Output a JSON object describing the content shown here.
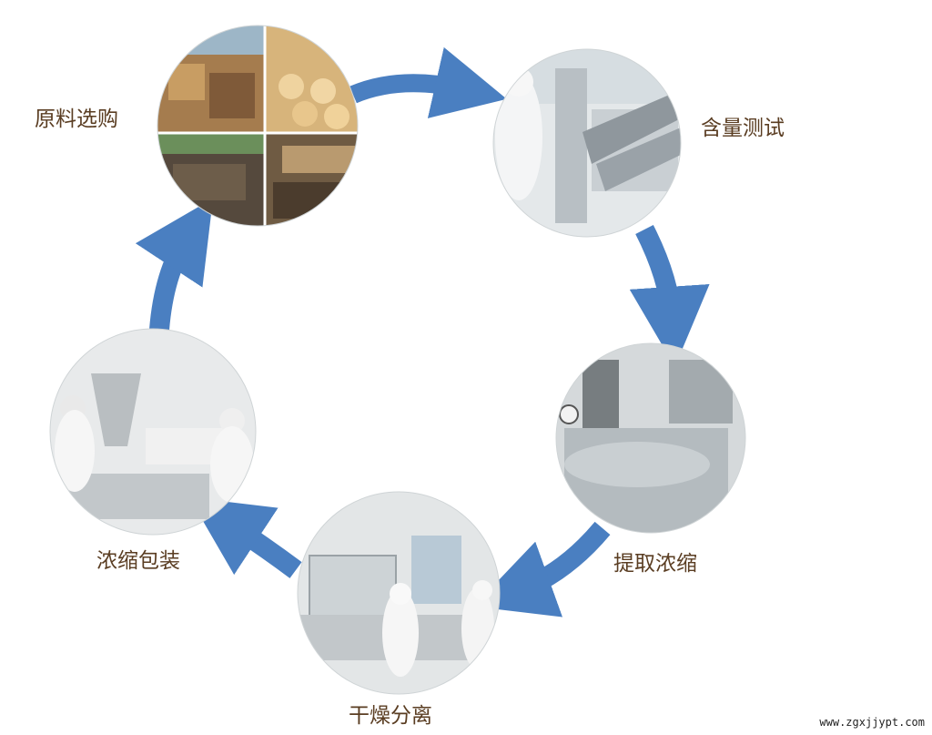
{
  "colors": {
    "arrow": "#4a7fc1",
    "label": "#5a3d22",
    "photo_ring": "#cfd4d6"
  },
  "steps": [
    {
      "label": "原料选购",
      "icon": "raw-material-market-photo"
    },
    {
      "label": "含量测试",
      "icon": "content-testing-machine-photo"
    },
    {
      "label": "提取浓缩",
      "icon": "extraction-tank-photo"
    },
    {
      "label": "干燥分离",
      "icon": "drying-room-workers-photo"
    },
    {
      "label": "浓缩包装",
      "icon": "packaging-line-workers-photo"
    }
  ],
  "watermark": "www.zgxjjypt.com"
}
